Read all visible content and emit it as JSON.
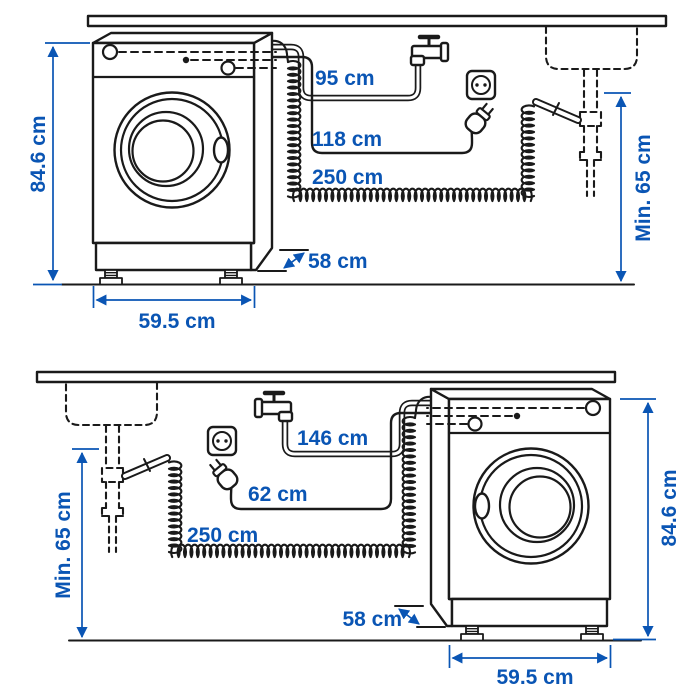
{
  "colors": {
    "accent": "#0a55b4",
    "line": "#1a1a1a",
    "background": "#ffffff"
  },
  "icons": {
    "faucet": "water-tap-icon",
    "outlet": "power-outlet-icon",
    "plug": "power-plug-icon",
    "sink": "sink-trap-icon",
    "machine": "washing-machine-icon",
    "drain": "drain-hose-coil-icon"
  },
  "top_diagram": {
    "labels": {
      "height": "84.6 cm",
      "supply_hose": "95 cm",
      "power_cord": "118 cm",
      "drain_hose": "250 cm",
      "drain_min_height": "Min. 65 cm",
      "depth": "58 cm",
      "width": "59.5 cm"
    }
  },
  "bottom_diagram": {
    "labels": {
      "height": "84.6 cm",
      "supply_hose": "146 cm",
      "power_cord": "62 cm",
      "drain_hose": "250 cm",
      "drain_min_height": "Min. 65 cm",
      "depth": "58 cm",
      "width": "59.5 cm"
    }
  }
}
